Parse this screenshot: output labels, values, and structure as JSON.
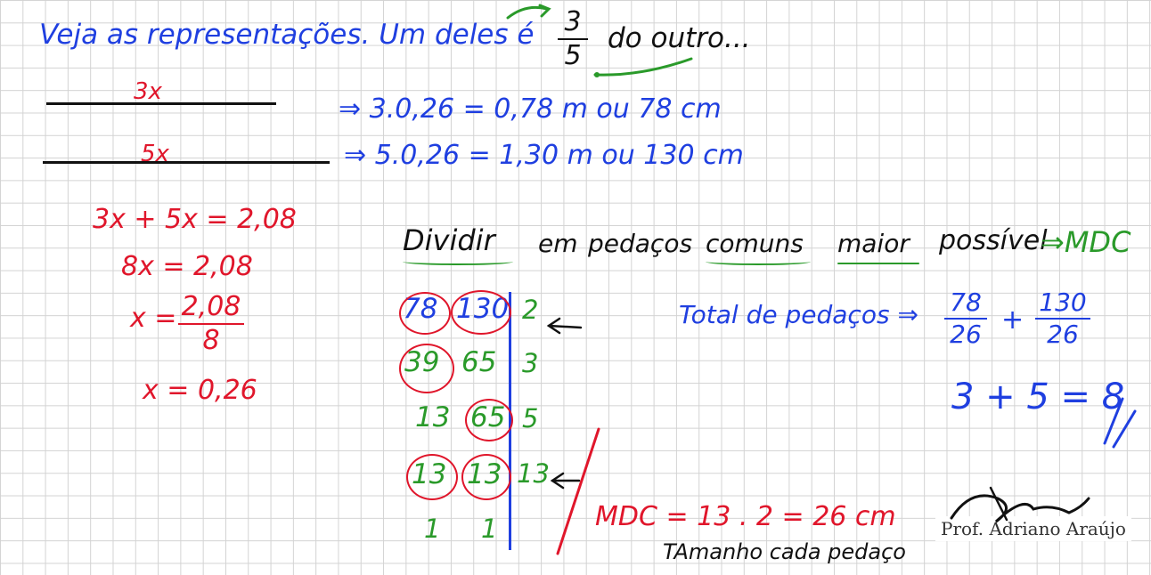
{
  "header": {
    "intro": "Veja as representações. Um deles é",
    "frac_num": "3",
    "frac_den": "5",
    "tail": "do outro..."
  },
  "bars": {
    "short_label": "3x",
    "long_label": "5x"
  },
  "results": {
    "line1": "⇒ 3.0,26 = 0,78 m  ou  78 cm",
    "line2": "⇒ 5.0,26 = 1,30 m  ou  130 cm"
  },
  "equation": {
    "l1": "3x + 5x = 2,08",
    "l2": "8x = 2,08",
    "l3_lhs": "x =",
    "l3_num": "2,08",
    "l3_den": "8",
    "l4": "x = 0,26"
  },
  "task": {
    "w1": "Dividir",
    "w2": "em",
    "w3": "pedaços",
    "w4": "comuns",
    "w5": "maior",
    "w6": "possível",
    "w7": "⇒MDC"
  },
  "mdc_table": {
    "rows": [
      {
        "a": "78",
        "b": "130",
        "f": "2"
      },
      {
        "a": "39",
        "b": "65",
        "f": "3"
      },
      {
        "a": "13",
        "b": "65",
        "f": "5"
      },
      {
        "a": "13",
        "b": "13",
        "f": "13"
      },
      {
        "a": "1",
        "b": "1",
        "f": ""
      }
    ]
  },
  "total": {
    "label": "Total de pedaços ⇒",
    "f1_num": "78",
    "f1_den": "26",
    "plus": "+",
    "f2_num": "130",
    "f2_den": "26",
    "sum": "3 + 5 = 8"
  },
  "mdc_result": {
    "line": "MDC = 13 . 2 = 26 cm",
    "caption": "TAmanho cada pedaço"
  },
  "credit": "Prof. Adriano Araújo",
  "colors": {
    "blue": "#1f3fe0",
    "red": "#e0162b",
    "green": "#2a9a2a",
    "black": "#111111"
  }
}
